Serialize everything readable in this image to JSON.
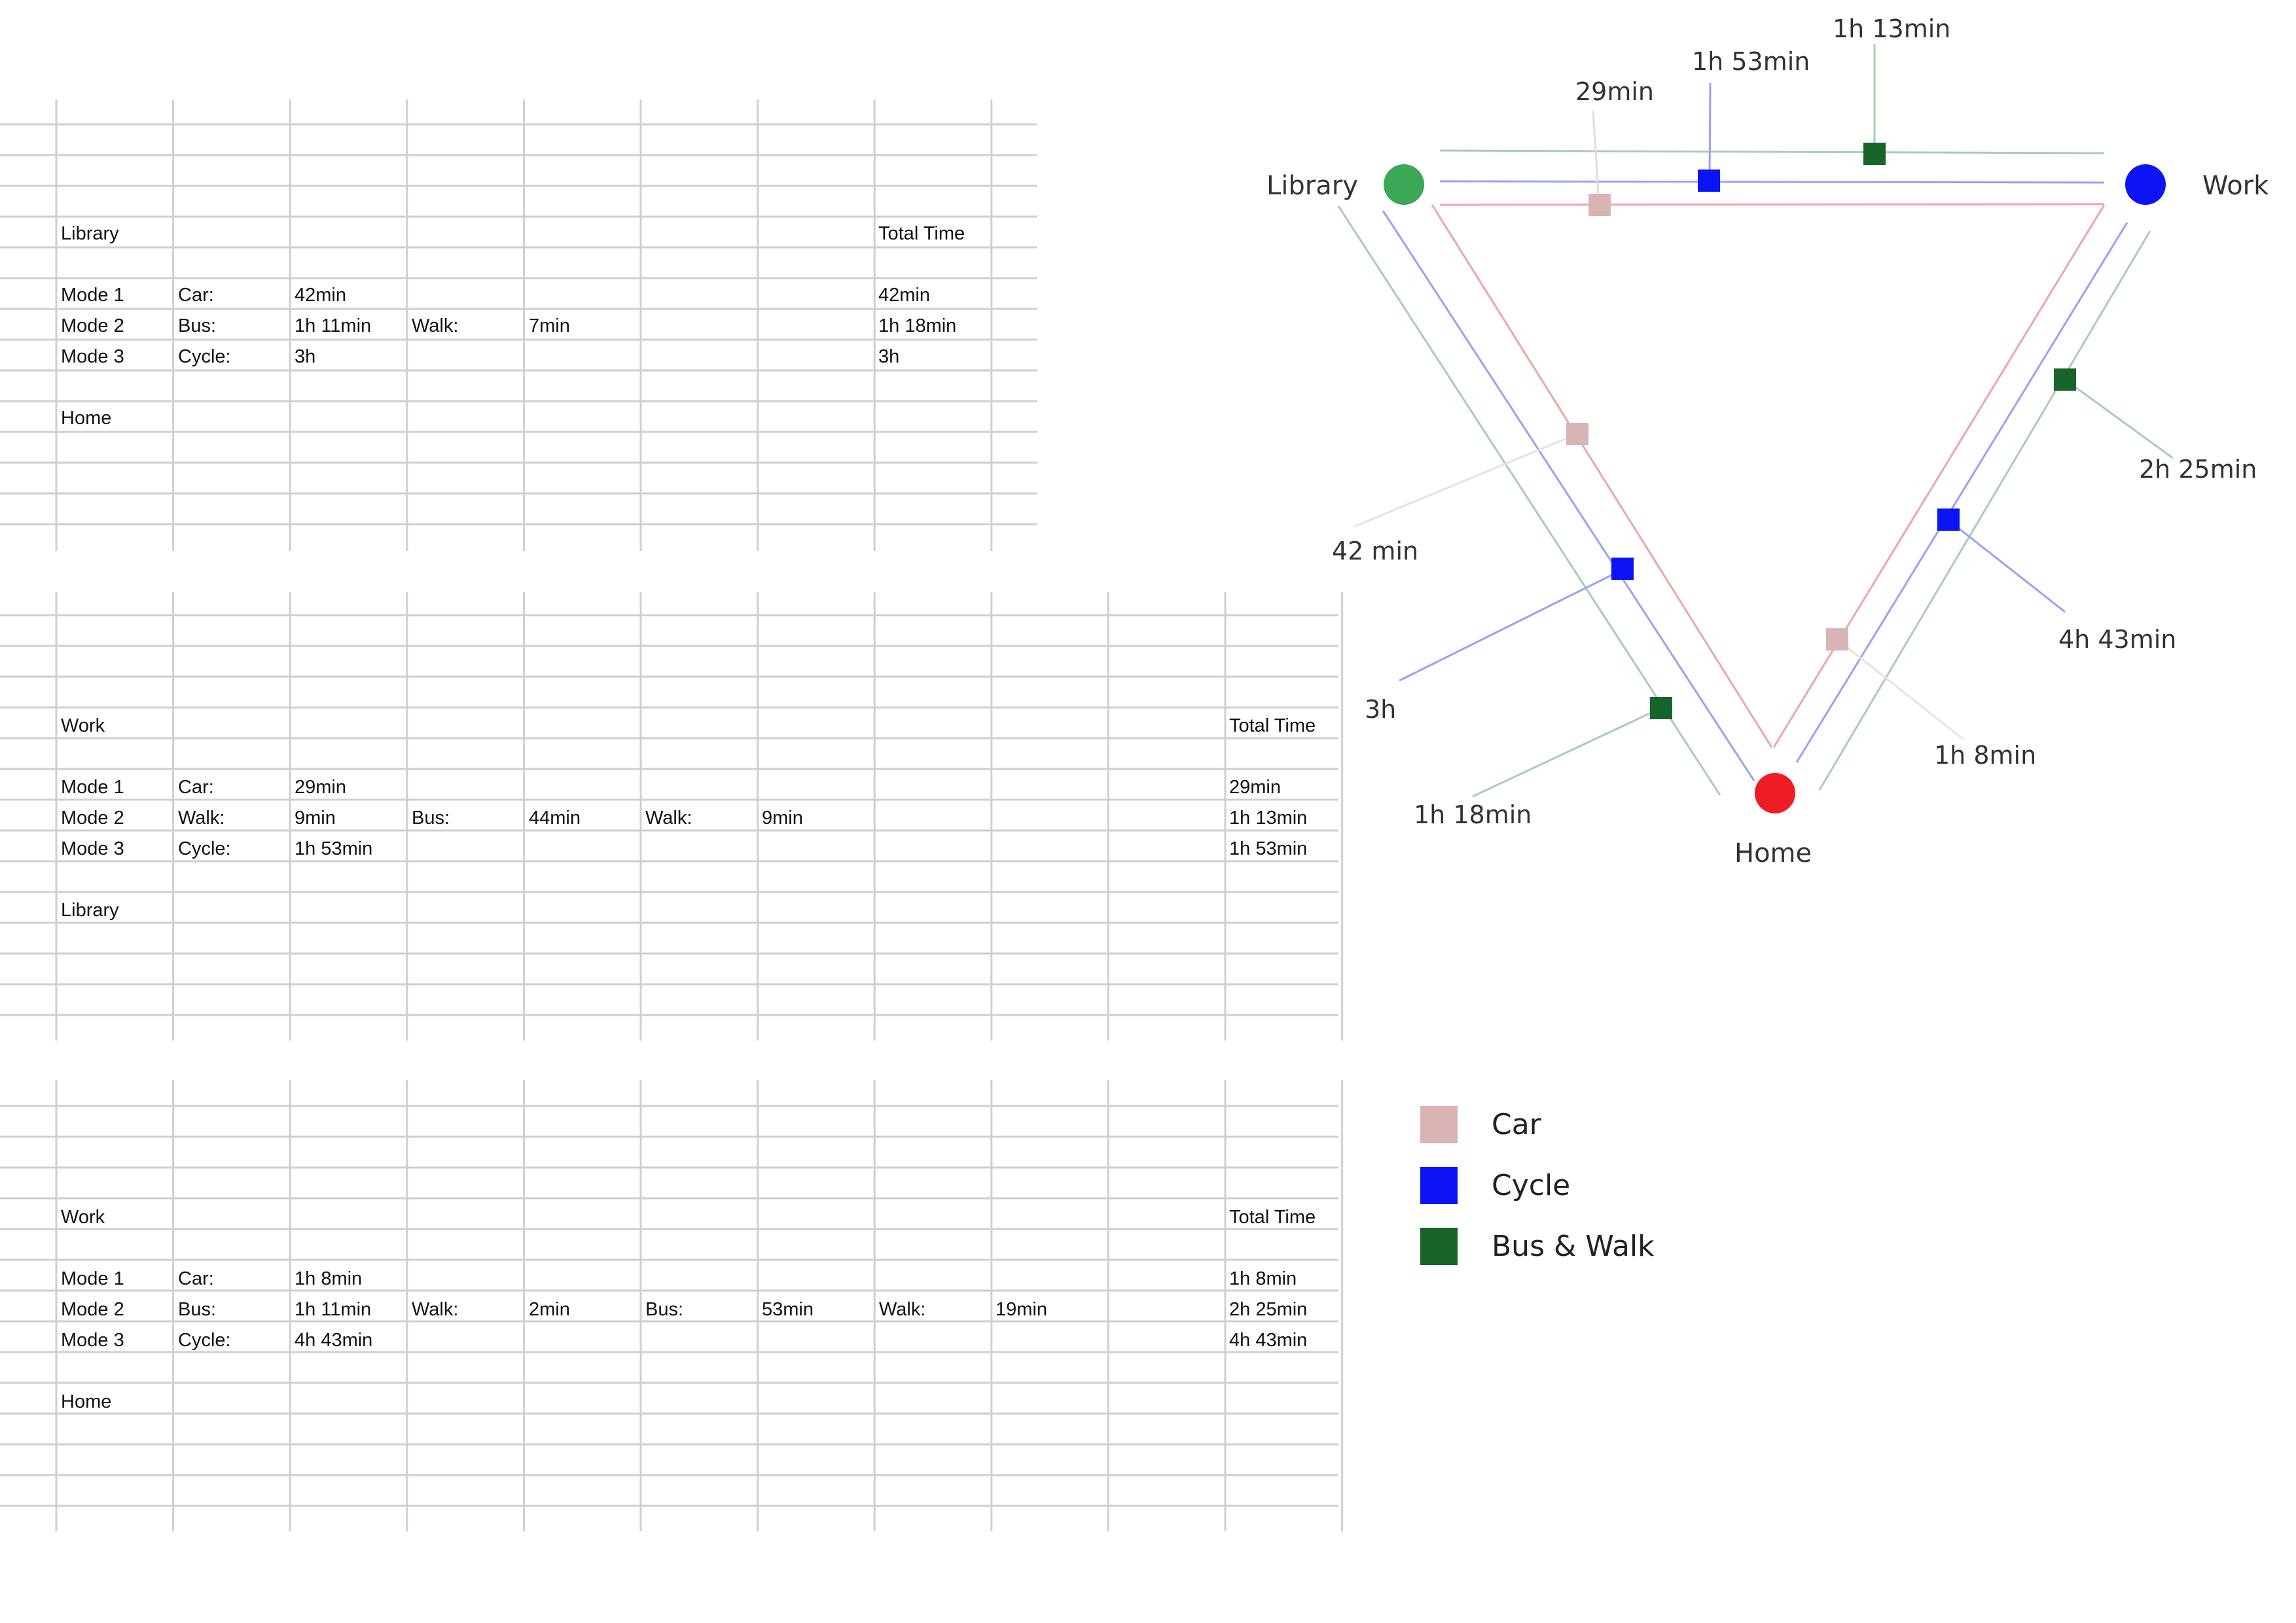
{
  "tables": [
    {
      "top_label": "Library",
      "total_header": "Total Time",
      "bottom_label": "Home",
      "rows": [
        {
          "mode": "Mode 1",
          "cells": [
            "Car:",
            "42min"
          ],
          "total": "42min"
        },
        {
          "mode": "Mode 2",
          "cells": [
            "Bus:",
            "1h 11min",
            "Walk:",
            "7min"
          ],
          "total": "1h 18min"
        },
        {
          "mode": "Mode 3",
          "cells": [
            "Cycle:",
            "3h"
          ],
          "total": "3h"
        }
      ]
    },
    {
      "top_label": "Work",
      "total_header": "Total Time",
      "bottom_label": "Library",
      "rows": [
        {
          "mode": "Mode 1",
          "cells": [
            "Car:",
            "29min"
          ],
          "total": "29min"
        },
        {
          "mode": "Mode 2",
          "cells": [
            "Walk:",
            "9min",
            "Bus:",
            "44min",
            "Walk:",
            "9min"
          ],
          "total": "1h 13min"
        },
        {
          "mode": "Mode 3",
          "cells": [
            "Cycle:",
            "1h 53min"
          ],
          "total": "1h 53min"
        }
      ]
    },
    {
      "top_label": "Work",
      "total_header": "Total Time",
      "bottom_label": "Home",
      "rows": [
        {
          "mode": "Mode 1",
          "cells": [
            "Car:",
            "1h 8min"
          ],
          "total": "1h 8min"
        },
        {
          "mode": "Mode 2",
          "cells": [
            "Bus:",
            "1h 11min",
            "Walk:",
            "2min",
            "Bus:",
            "53min",
            "Walk:",
            "19min"
          ],
          "total": "2h 25min"
        },
        {
          "mode": "Mode 3",
          "cells": [
            "Cycle:",
            "4h 43min"
          ],
          "total": "4h 43min"
        }
      ]
    }
  ],
  "diagram": {
    "nodes": {
      "library": {
        "label": "Library",
        "color": "#3aa857"
      },
      "work": {
        "label": "Work",
        "color": "#0b14f5"
      },
      "home": {
        "label": "Home",
        "color": "#ee1c25"
      }
    },
    "colors": {
      "car": "#d8b4b4",
      "cycle": "#0b14f5",
      "bus_walk": "#17642a"
    },
    "time_labels": {
      "lib_work_car": "29min",
      "lib_work_cycle": "1h 53min",
      "lib_work_bus": "1h 13min",
      "lib_home_car": "42 min",
      "lib_home_cycle": "3h",
      "lib_home_bus": "1h 18min",
      "work_home_car": "1h 8min",
      "work_home_cycle": "4h 43min",
      "work_home_bus": "2h 25min"
    }
  },
  "legend": [
    {
      "label": "Car",
      "color": "#d8b4b4"
    },
    {
      "label": "Cycle",
      "color": "#0b14f5"
    },
    {
      "label": "Bus & Walk",
      "color": "#17642a"
    }
  ]
}
